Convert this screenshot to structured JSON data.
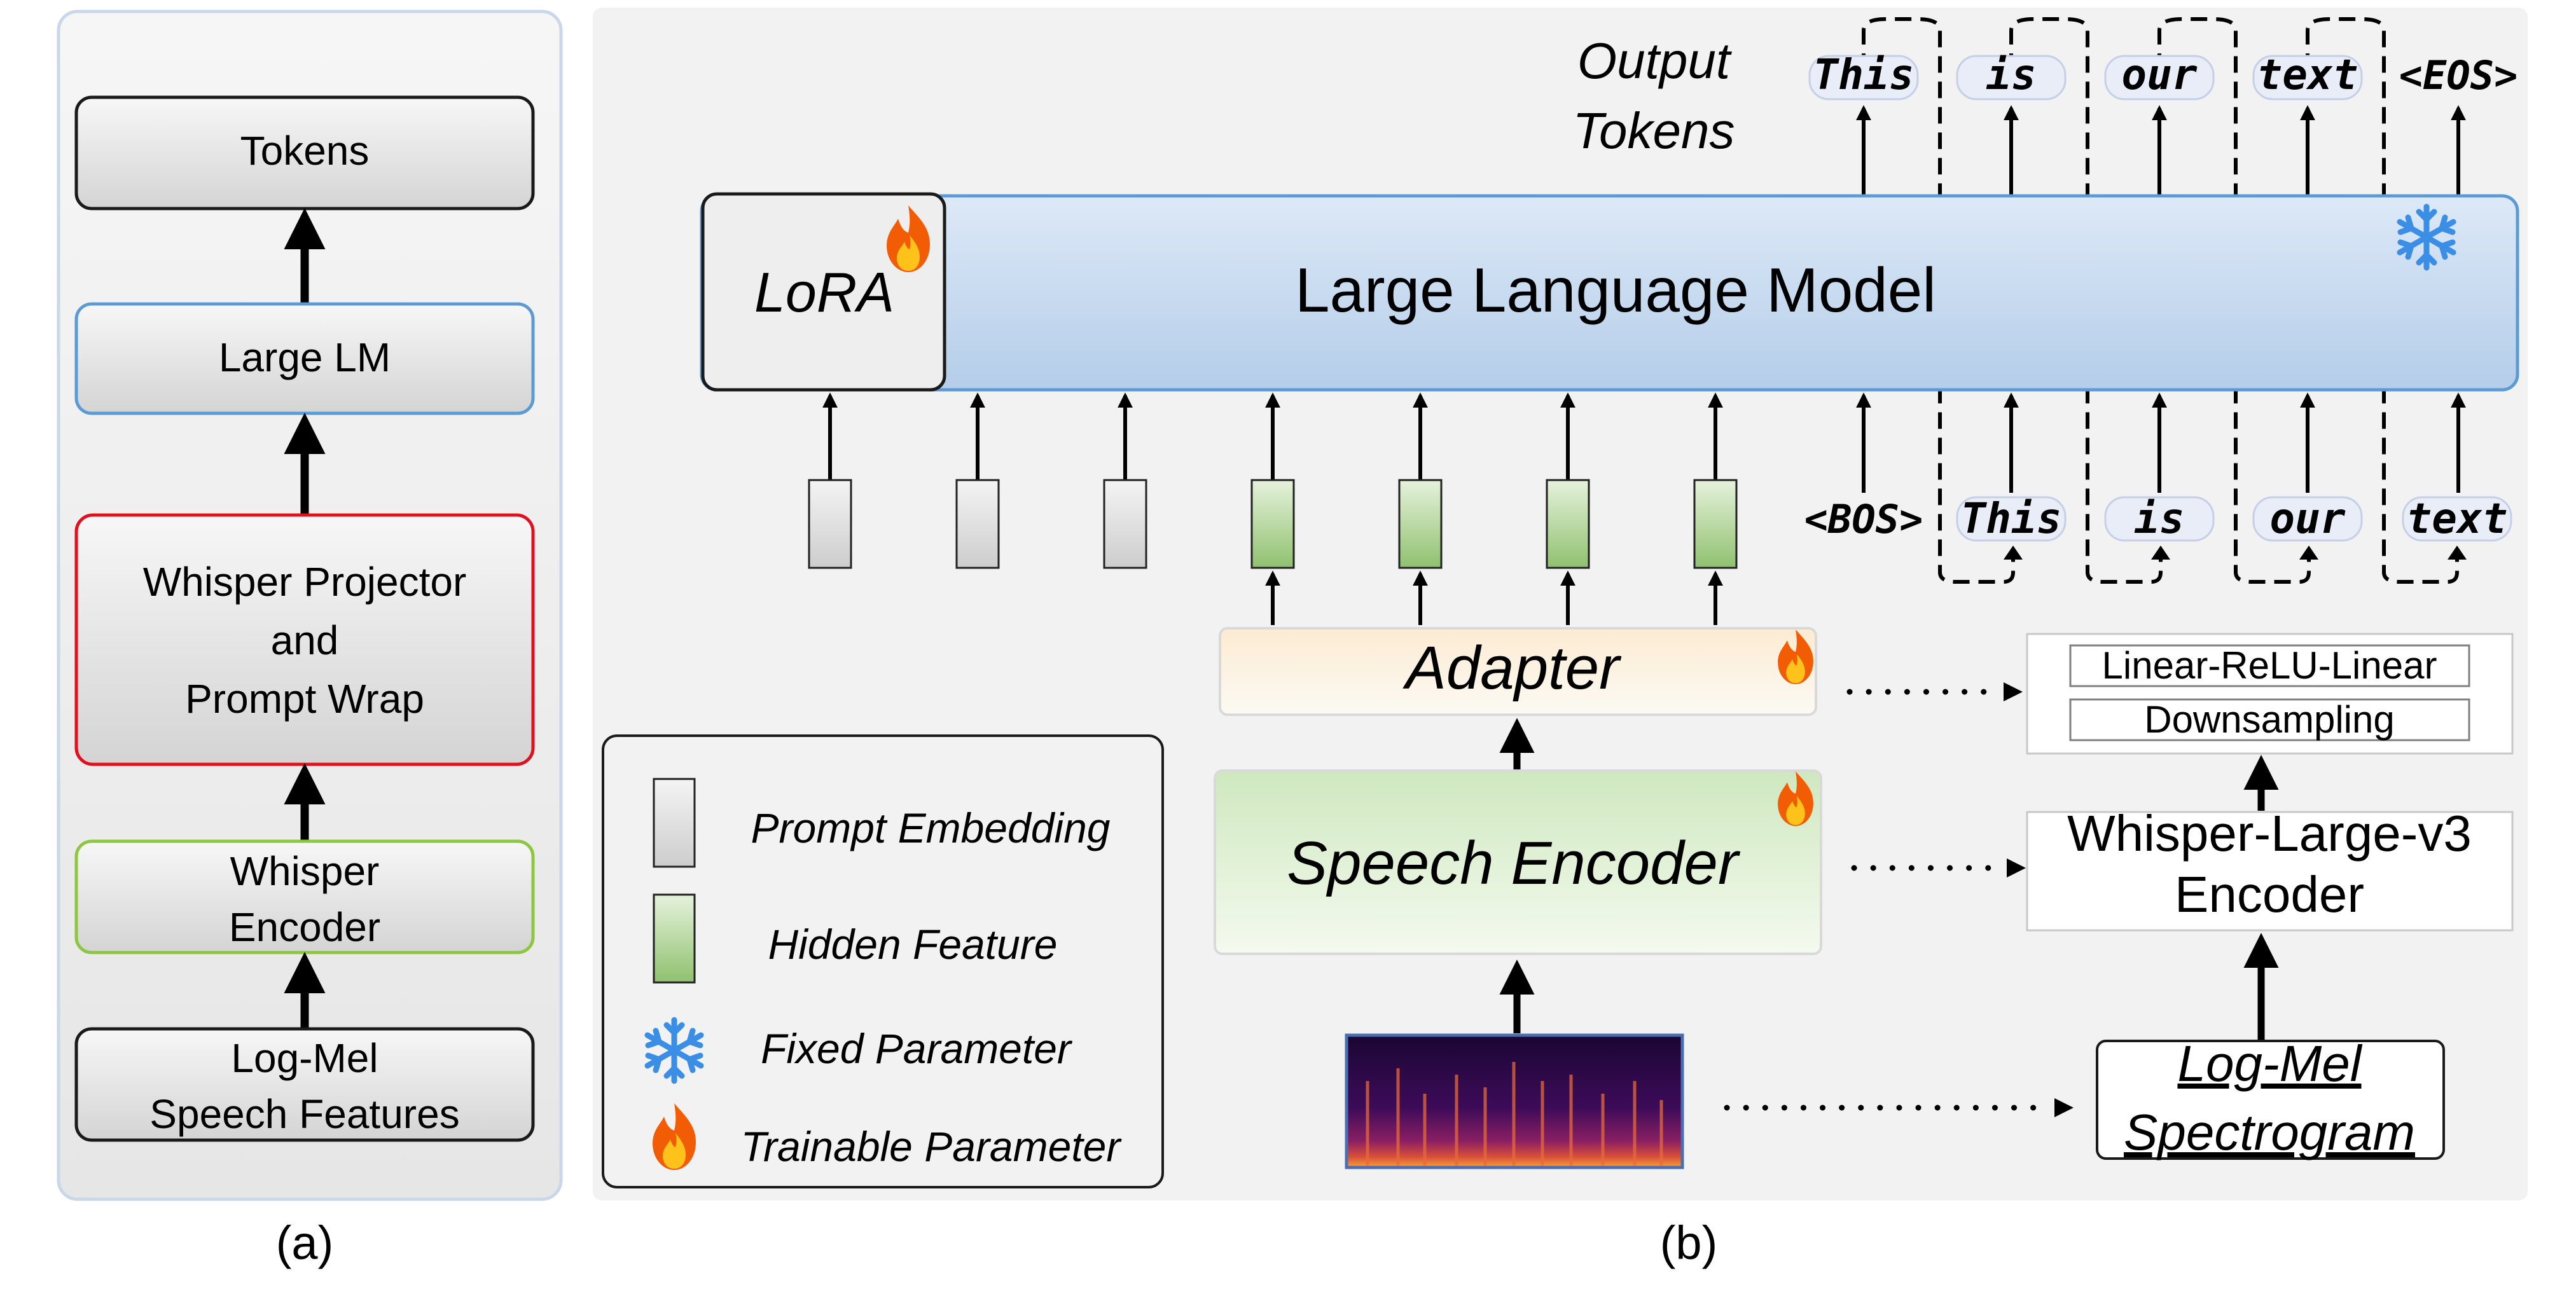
{
  "panel_a": {
    "caption": "(a)",
    "blocks": {
      "tokens": "Tokens",
      "large_lm": "Large LM",
      "projector_line1": "Whisper Projector",
      "projector_line2": "and",
      "projector_line3": "Prompt Wrap",
      "encoder_line1": "Whisper",
      "encoder_line2": "Encoder",
      "features_line1": "Log-Mel",
      "features_line2": "Speech Features"
    }
  },
  "panel_b": {
    "caption": "(b)",
    "output_label_line1": "Output",
    "output_label_line2": "Tokens",
    "output_tokens": [
      "This",
      "is",
      "our",
      "text",
      "<EOS>"
    ],
    "input_tokens": [
      "<BOS>",
      "This",
      "is",
      "our",
      "text"
    ],
    "llm_label": "Large Language Model",
    "lora_label": "LoRA",
    "adapter_label": "Adapter",
    "speech_encoder_label": "Speech Encoder",
    "adapter_detail": [
      "Linear-ReLU-Linear",
      "Downsampling"
    ],
    "whisper_encoder_line1": "Whisper-Large-v3",
    "whisper_encoder_line2": "Encoder",
    "logmel_line1": "Log-Mel",
    "logmel_line2": "Spectrogram",
    "legend": {
      "prompt_embedding": "Prompt Embedding",
      "hidden_feature": "Hidden Feature",
      "fixed_parameter": "Fixed Parameter",
      "trainable_parameter": "Trainable Parameter"
    }
  },
  "colors": {
    "panel_bg": "#f2f2f2",
    "llm_fill": "#c5d9f1",
    "llm_border": "#5b9bd5",
    "green_fill": "#a9d08e",
    "gray_fill": "#d9d9d9",
    "adapter_fill": "#fce4c8",
    "red_border": "#e0101e",
    "green_border": "#8dc63f",
    "blue_border": "#5b9bd5",
    "snowflake": "#3a8ee6",
    "flame_outer": "#f25c05",
    "flame_inner": "#ffc21a"
  }
}
